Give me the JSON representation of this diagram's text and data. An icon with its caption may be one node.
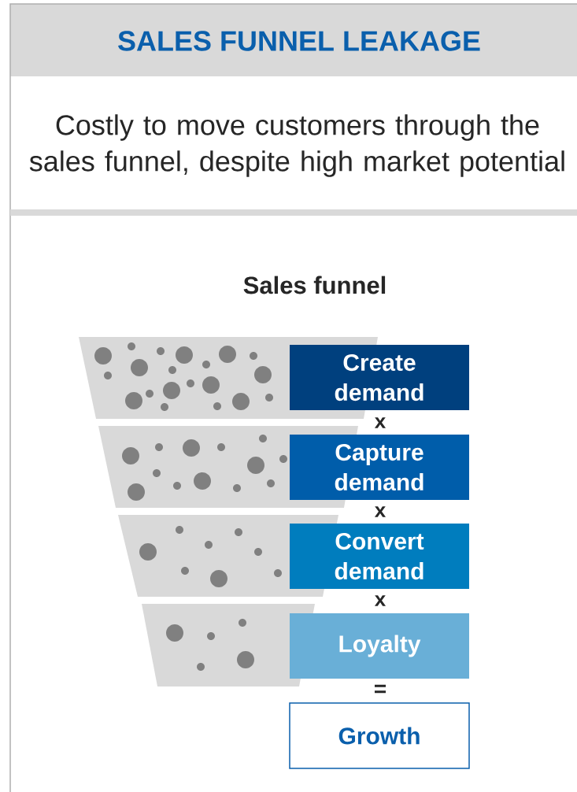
{
  "diagram": {
    "title": "SALES FUNNEL LEAKAGE",
    "nodes": [
      {
        "text": [
          "Create demand"
        ]
      },
      {
        "text": [
          "Capture demand"
        ]
      },
      {
        "text": [
          "Convert demand"
        ]
      },
      {
        "text": [
          "Loyalty"
        ]
      },
      {
        "text": [
          "Growth"
        ]
      }
    ],
    "labels": [
      "Costly to move customers through the sales funnel, despite high market potential",
      "Sales funnel",
      "x",
      "x",
      "x",
      "="
    ]
  }
}
